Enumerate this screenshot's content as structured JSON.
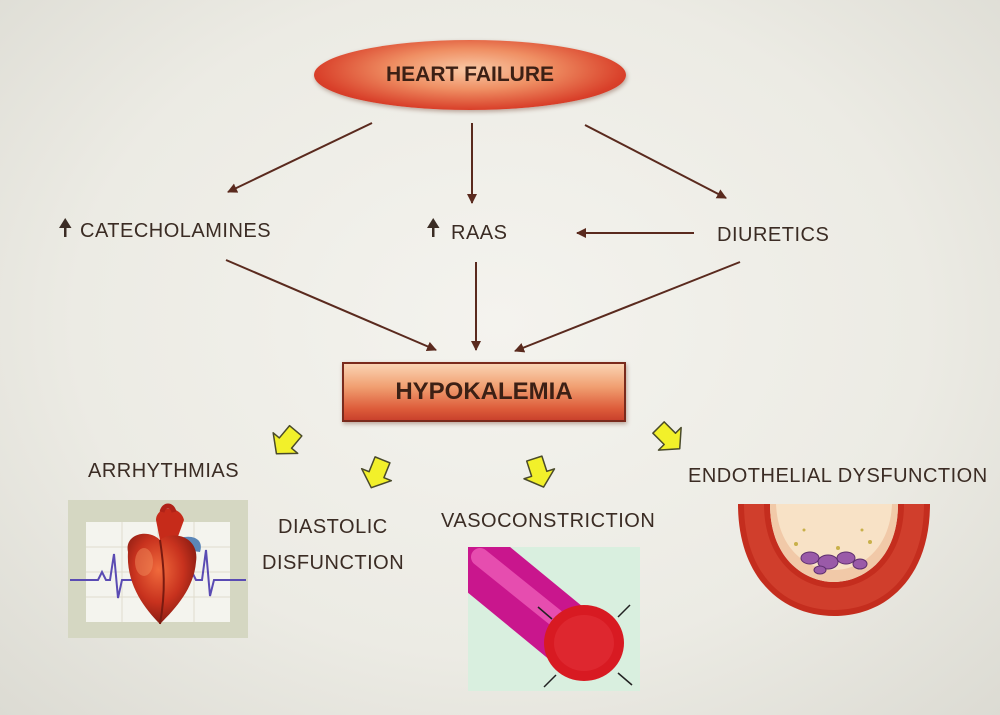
{
  "top": {
    "label": "HEART FAILURE"
  },
  "middle": {
    "catecholamines": "CATECHOLAMINES",
    "raas": "RAAS",
    "diuretics": "DIURETICS"
  },
  "center": {
    "label": "HYPOKALEMIA"
  },
  "effects": {
    "arrhythmias": "ARRHYTHMIAS",
    "diastolic_line1": "DIASTOLIC",
    "diastolic_line2": "DISFUNCTION",
    "vasoconstriction": "VASOCONSTRICTION",
    "endothelial": "ENDOTHELIAL DYSFUNCTION"
  },
  "colors": {
    "arrow": "#5a2a1e",
    "block_arrow": "#f2f02a",
    "node_red": "#d9402a"
  },
  "icons": {
    "increase": "up-arrow-icon",
    "heart": "heart-ecg-illustration",
    "vessel": "blood-vessel-illustration",
    "endothelium": "endothelium-cross-section-illustration"
  }
}
